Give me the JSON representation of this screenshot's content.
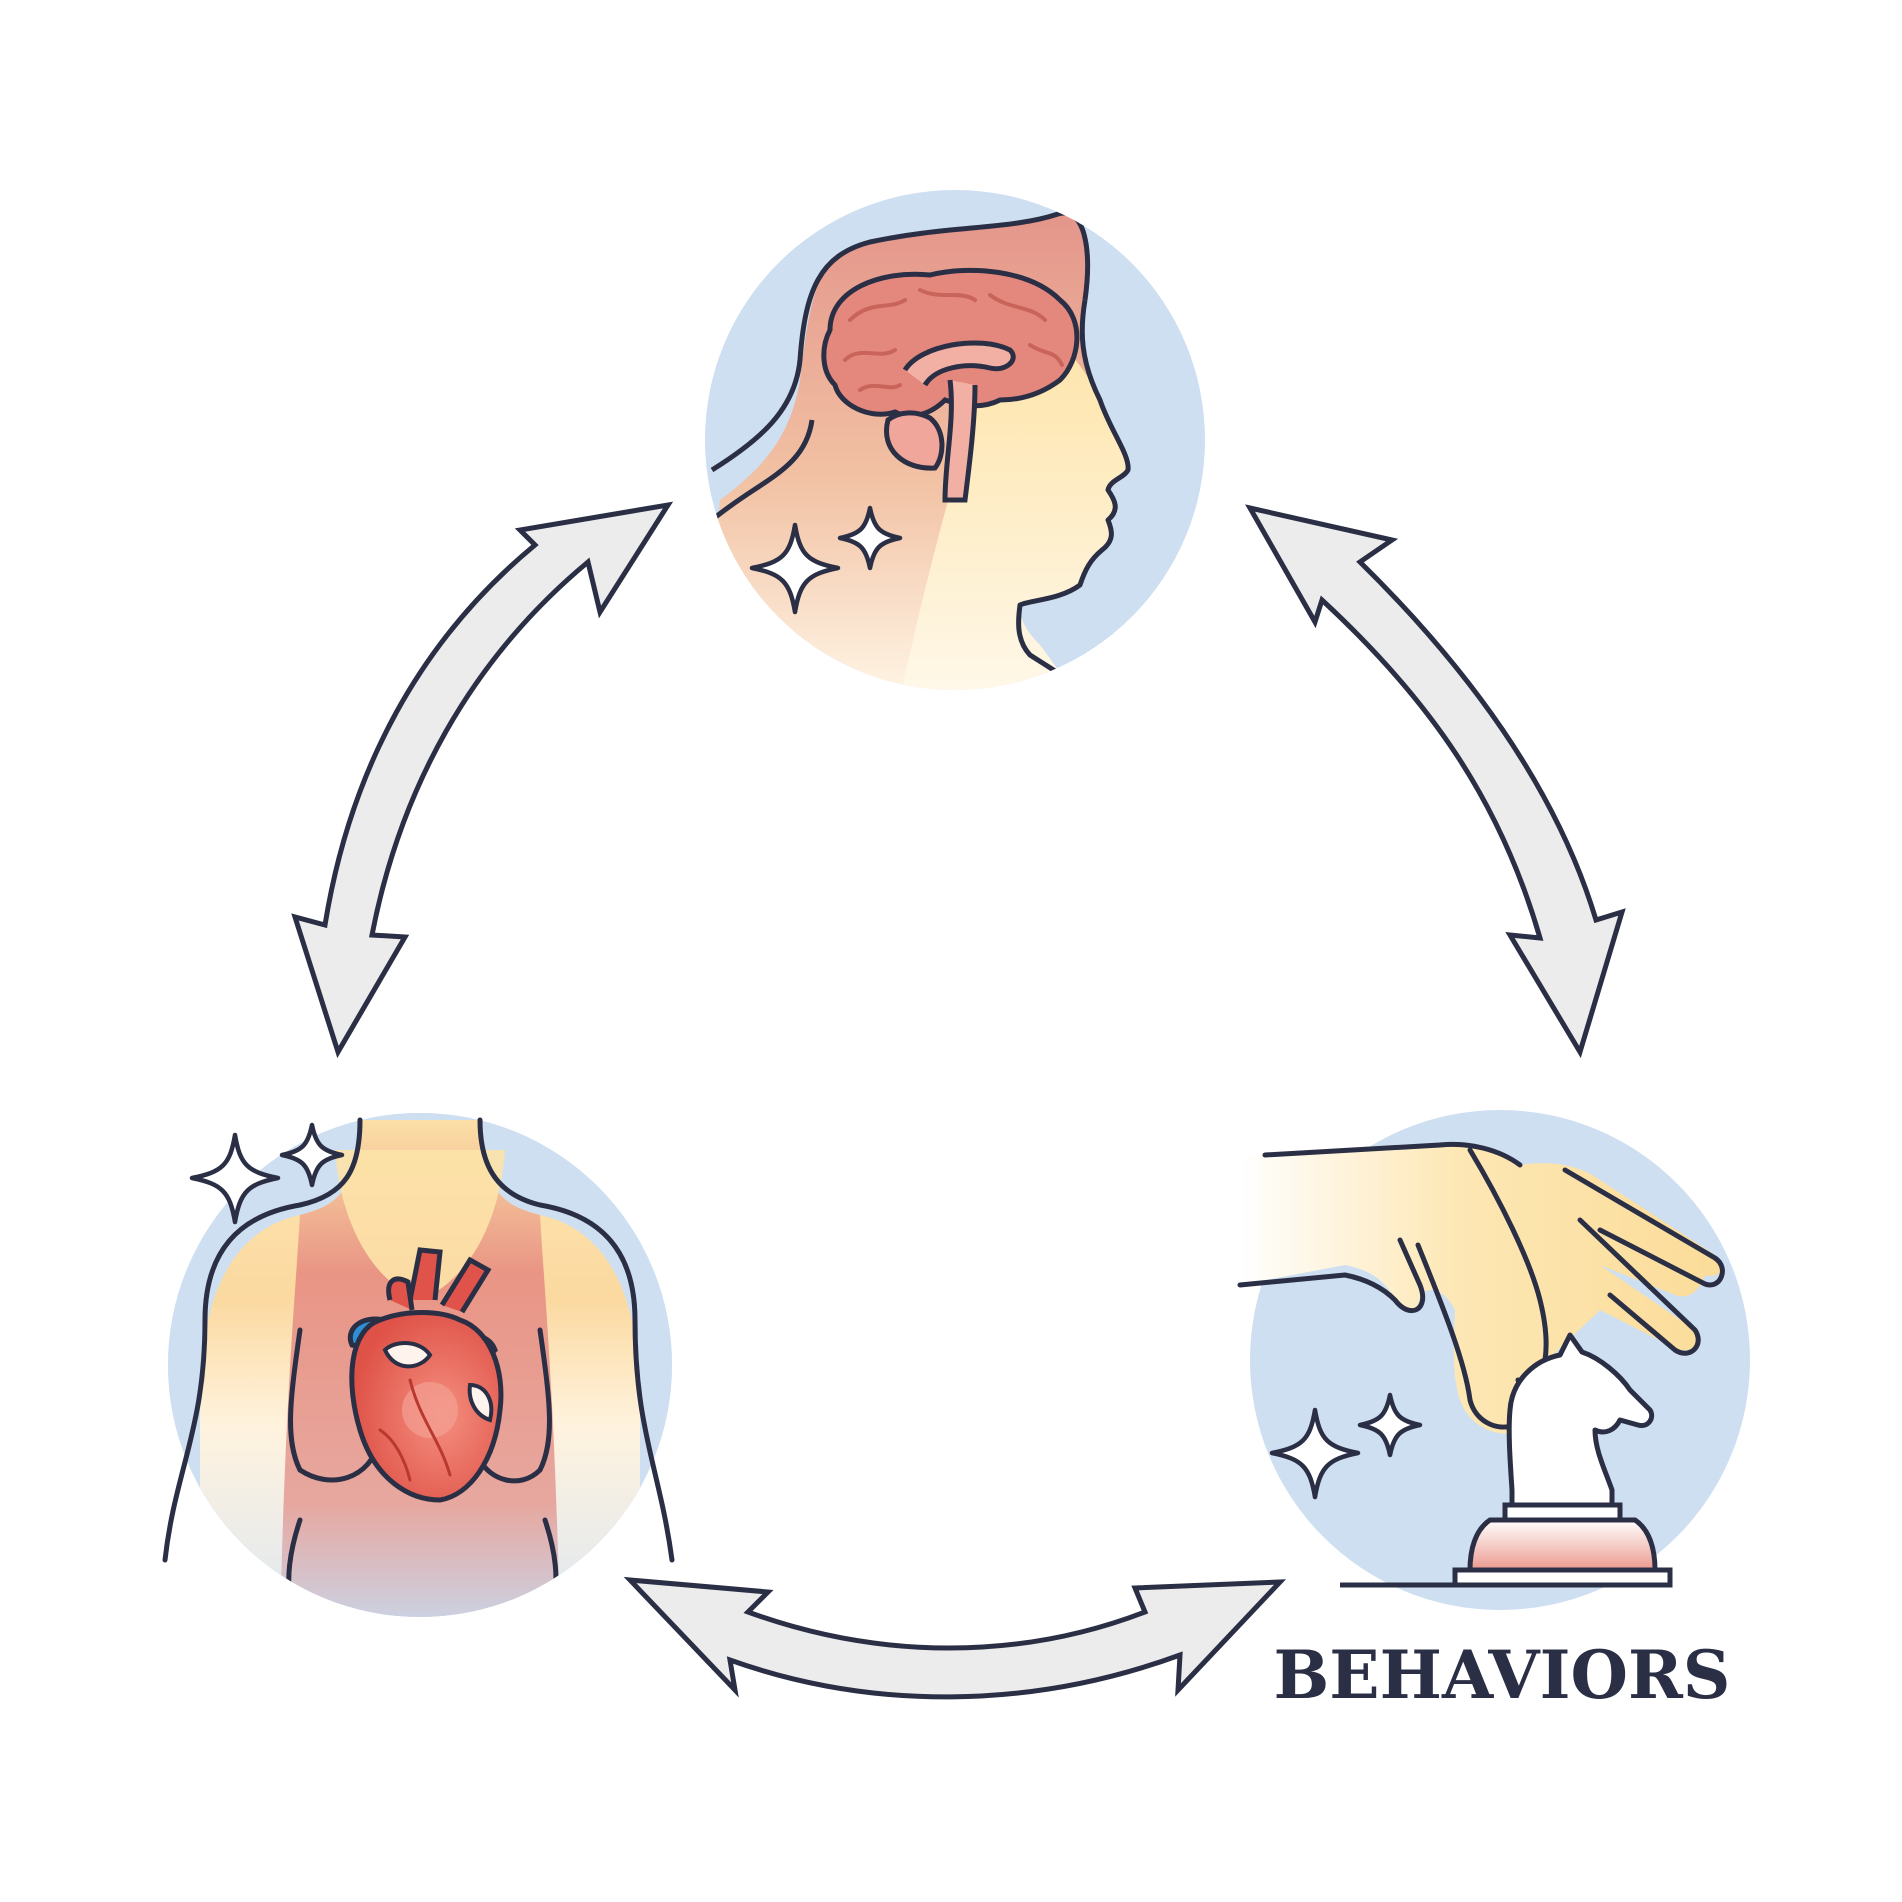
{
  "labels": {
    "behaviors": "BEHAVIORS"
  },
  "nodes": [
    {
      "name": "brain-head",
      "icon": "brain-head-icon"
    },
    {
      "name": "heart-chest",
      "icon": "heart-chest-icon"
    },
    {
      "name": "hand-chess",
      "icon": "hand-chess-knight-icon"
    }
  ],
  "colors": {
    "outline": "#2b2f45",
    "circle_bg": "#cddff0",
    "arrow_fill": "#ececec",
    "skin_pink": "#e59a8c",
    "skin_yellow": "#fbe2a6",
    "brain": "#e4877c",
    "heart_red": "#e0534b",
    "vein_blue": "#2f8fd4",
    "sparkle": "#ffffff"
  }
}
